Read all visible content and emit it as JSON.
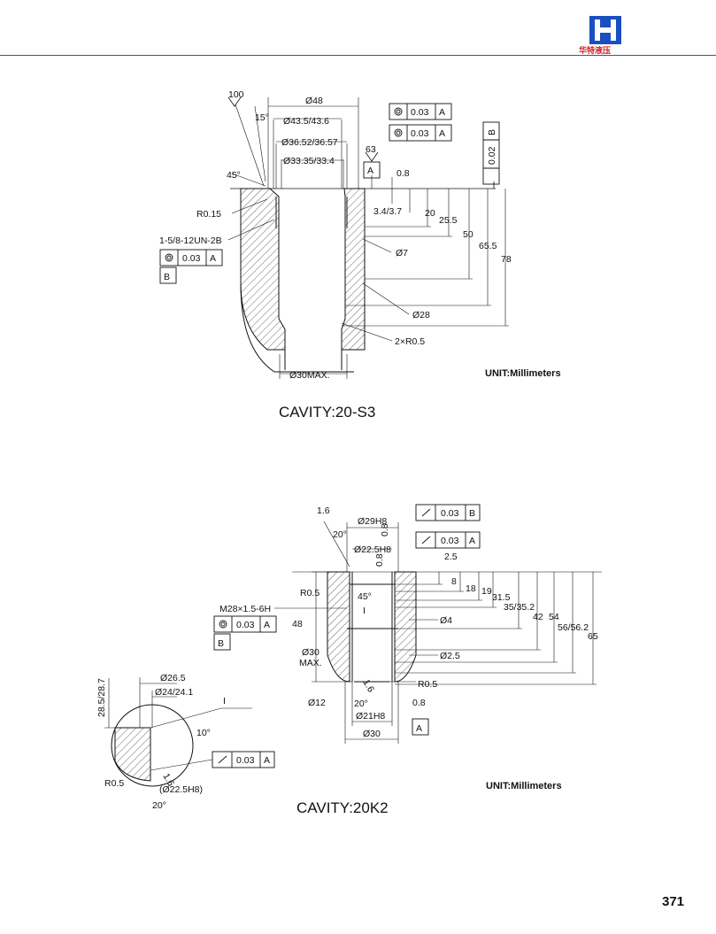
{
  "header": {
    "brand": "华特液压",
    "colors": {
      "brand_blue": "#1a4fc0",
      "brand_red": "#d02020"
    }
  },
  "cavity1": {
    "caption": "CAVITY:20-S3",
    "unit": "UNIT:Millimeters",
    "dims": {
      "d48": "Ø48",
      "d43": "Ø43.5/43.6",
      "d36": "Ø36.52/36.57",
      "d33": "Ø33.35/33.4",
      "d7": "Ø7",
      "d28": "Ø28",
      "d30max": "Ø30MAX.",
      "r2": "2×R0.5",
      "r015": "R0.15",
      "thread": "1-5/8-12UN-2B",
      "angle15": "15°",
      "angle45": "45°",
      "rough100": "100",
      "rough63": "63",
      "v08": "0.8",
      "v34": "3.4/3.7",
      "v20": "20",
      "v255": "25.5",
      "v50": "50",
      "v655": "65.5",
      "v78": "78"
    },
    "tol": {
      "t1_val": "0.03",
      "t1_ref": "A",
      "t2_val": "0.03",
      "t2_ref": "A",
      "t3_val": "0.02",
      "t3_ref": "B",
      "t4_val": "0.03",
      "t4_ref": "A",
      "datum_a": "A",
      "datum_b": "B"
    }
  },
  "cavity2": {
    "caption": "CAVITY:20K2",
    "unit": "UNIT:Millimeters",
    "dims": {
      "d29": "Ø29H8",
      "d225": "Ø22.5H8",
      "r05": "R0.5",
      "m28": "M28×1.5-6H",
      "a20": "20°",
      "a45": "45°",
      "d4": "Ø4",
      "d25": "Ø2.5",
      "d30max": "Ø30",
      "max": "MAX.",
      "v48": "48",
      "r05b": "R0.5",
      "d12": "Ø12",
      "a20b": "20°",
      "d21": "Ø21H8",
      "d30": "Ø30",
      "rough16": "1.6",
      "rough08a": "0.8",
      "rough08b": "0.8",
      "rough16b": "1.6",
      "rough08c": "0.8",
      "v25": "2.5",
      "v8": "8",
      "v18": "18",
      "v19": "19",
      "v315": "31.5",
      "v35": "35/35.2",
      "v42": "42",
      "v54": "54",
      "v56": "56/56.2",
      "v65": "65",
      "roman": "I"
    },
    "tol": {
      "t1_val": "0.03",
      "t1_ref": "B",
      "t2_val": "0.03",
      "t2_ref": "A",
      "t3_val": "0.03",
      "t3_ref": "A",
      "datum_b": "B",
      "datum_a": "A"
    },
    "detail": {
      "d265": "Ø26.5",
      "d24": "Ø24/24.1",
      "h285": "28.5/28.7",
      "roman": "I",
      "a10": "10°",
      "r05": "R0.5",
      "d225": "(Ø22.5H8)",
      "a20": "20°",
      "rough16": "1.6",
      "t_val": "0.03",
      "t_ref": "A"
    }
  },
  "page_number": "371"
}
